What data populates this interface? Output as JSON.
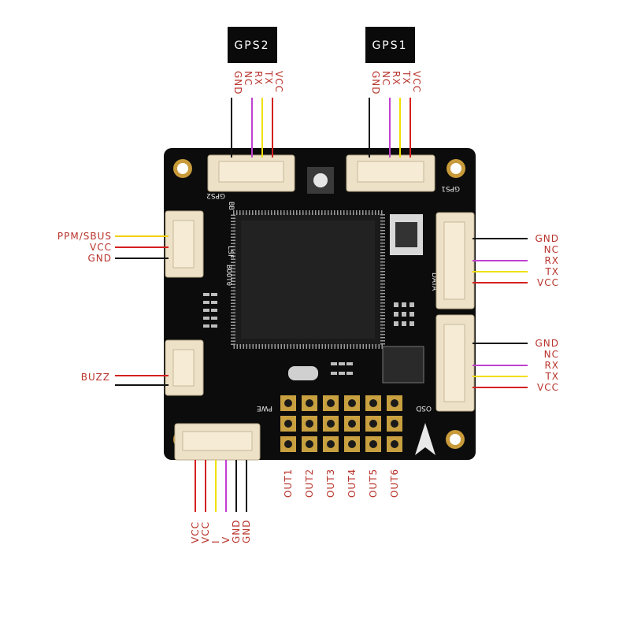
{
  "gps2": {
    "title": "GPS2",
    "pins": [
      "GND",
      "NC",
      "RX",
      "TX",
      "VCC"
    ]
  },
  "gps1": {
    "title": "GPS1",
    "pins": [
      "GND",
      "NC",
      "RX",
      "TX",
      "VCC"
    ]
  },
  "left_ppm": {
    "pins": [
      "PPM/SBUS",
      "VCC",
      "GND"
    ]
  },
  "buzz": {
    "pins": [
      "BUZZ"
    ]
  },
  "right_data": {
    "pins": [
      "GND",
      "NC",
      "RX",
      "TX",
      "VCC"
    ]
  },
  "right_osd": {
    "pins": [
      "GND",
      "NC",
      "RX",
      "TX",
      "VCC"
    ]
  },
  "bottom_power": {
    "pins": [
      "VCC",
      "VCC",
      "I",
      "V",
      "GND",
      "GND"
    ]
  },
  "outputs": {
    "labels": [
      "OUT1",
      "OUT2",
      "OUT3",
      "OUT4",
      "OUT5",
      "OUT6"
    ]
  },
  "board_silk": {
    "gps2": "GPS2",
    "gps1": "GPS1",
    "data": "DATA",
    "osd": "OSD",
    "pwe": "PWE",
    "code1": "LSF",
    "code2": "BOOT0",
    "bb": "BB"
  },
  "wire_colors": {
    "gnd": "#111111",
    "nc": "#ffffff",
    "rx": "#c040d0",
    "tx": "#f0e000",
    "vcc": "#d42020",
    "label": "#b8322a"
  }
}
